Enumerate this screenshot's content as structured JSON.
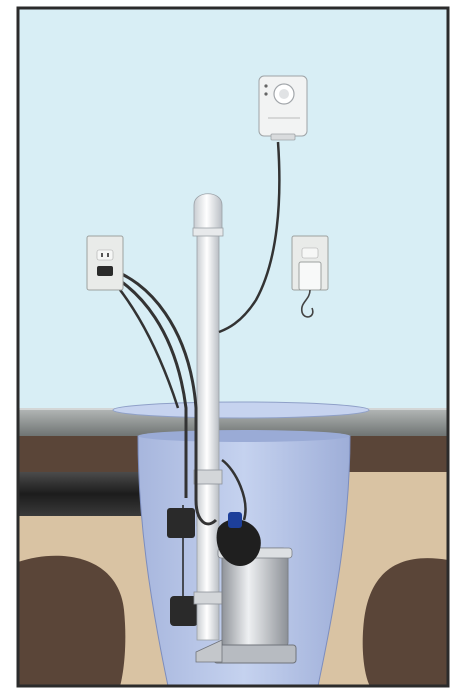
{
  "diagram": {
    "components": [
      {
        "id": "alarm",
        "icon": "sump-alarm-icon"
      },
      {
        "id": "outlet-left",
        "icon": "wall-outlet-icon"
      },
      {
        "id": "outlet-right",
        "icon": "wall-outlet-icon"
      },
      {
        "id": "vent-pipe",
        "icon": "pvc-pipe-icon"
      },
      {
        "id": "sump-basin",
        "icon": "basin-icon"
      },
      {
        "id": "pump",
        "icon": "submersible-pump-icon"
      },
      {
        "id": "float-switch",
        "icon": "float-switch-icon"
      }
    ],
    "colors": {
      "wall": "#d8eef5",
      "floor": "#8f9593",
      "soil": "#d9c3a3",
      "dark_soil": "#5a4538",
      "basin": "#b7c7e8",
      "pipe": "#f4f5f6",
      "float": "#1d3f9a",
      "pump": "#c9ccd0",
      "cable": "#333333",
      "frame": "#2b2b2b"
    }
  }
}
